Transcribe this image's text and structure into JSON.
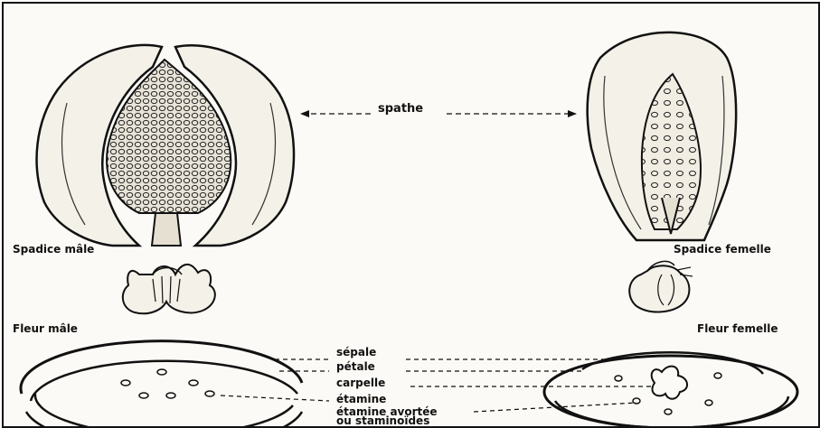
{
  "labels": {
    "spathe": "spathe",
    "spadice_male": "Spadice mâle",
    "spadice_femelle": "Spadice femelle",
    "fleur_male": "Fleur mâle",
    "fleur_femelle": "Fleur femelle",
    "sepale": "sépale",
    "petale": "pétale",
    "carpelle": "carpelle",
    "etamine": "étamine",
    "etamine_avortee_1": "étamine avortée",
    "etamine_avortee_2": "ou staminoïdes"
  },
  "colors": {
    "ink": "#111111",
    "background": "#fbfaf6",
    "frame": "#111111"
  }
}
